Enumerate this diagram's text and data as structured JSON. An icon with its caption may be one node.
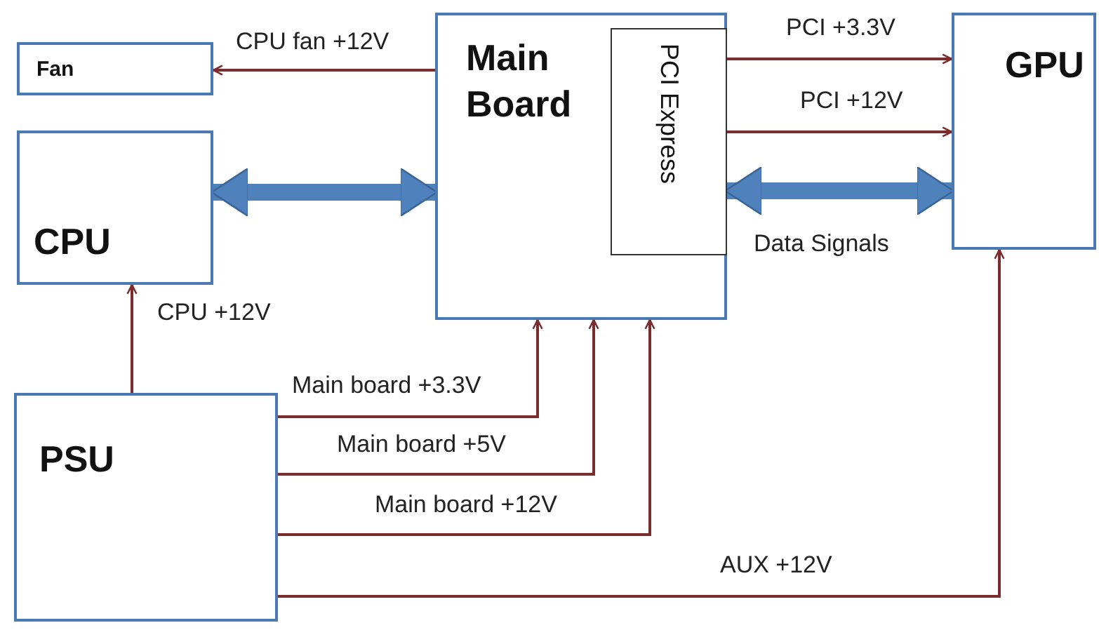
{
  "diagram": {
    "nodes": [
      {
        "text": [
          "Fan"
        ]
      },
      {
        "text": [
          "CPU"
        ]
      },
      {
        "text": [
          "Main Board"
        ]
      },
      {
        "text": [
          "PCI Express"
        ],
        "in": 2
      },
      {
        "text": [
          "GPU"
        ]
      },
      {
        "text": [
          "PSU"
        ]
      }
    ],
    "edges": [
      {
        "from": 2,
        "to": 0,
        "arrow": "to",
        "label": "CPU fan +12V"
      },
      {
        "from": 1,
        "to": 2,
        "arrow": "both",
        "style": "thick",
        "color": "#4f81bd"
      },
      {
        "from": 3,
        "to": 4,
        "arrow": "to",
        "label": "PCI +3.3V"
      },
      {
        "from": 3,
        "to": 4,
        "arrow": "to",
        "label": "PCI +12V"
      },
      {
        "from": 3,
        "to": 4,
        "arrow": "both",
        "style": "thick",
        "color": "#4f81bd",
        "label": "Data Signals"
      },
      {
        "from": 5,
        "to": 1,
        "arrow": "to",
        "label": "CPU +12V"
      },
      {
        "from": 5,
        "to": 2,
        "arrow": "to",
        "label": "Main board +3.3V"
      },
      {
        "from": 5,
        "to": 2,
        "arrow": "to",
        "label": "Main board +5V"
      },
      {
        "from": 5,
        "to": 2,
        "arrow": "to",
        "label": "Main board +12V"
      },
      {
        "from": 5,
        "to": 4,
        "arrow": "to",
        "label": "AUX +12V"
      }
    ]
  }
}
